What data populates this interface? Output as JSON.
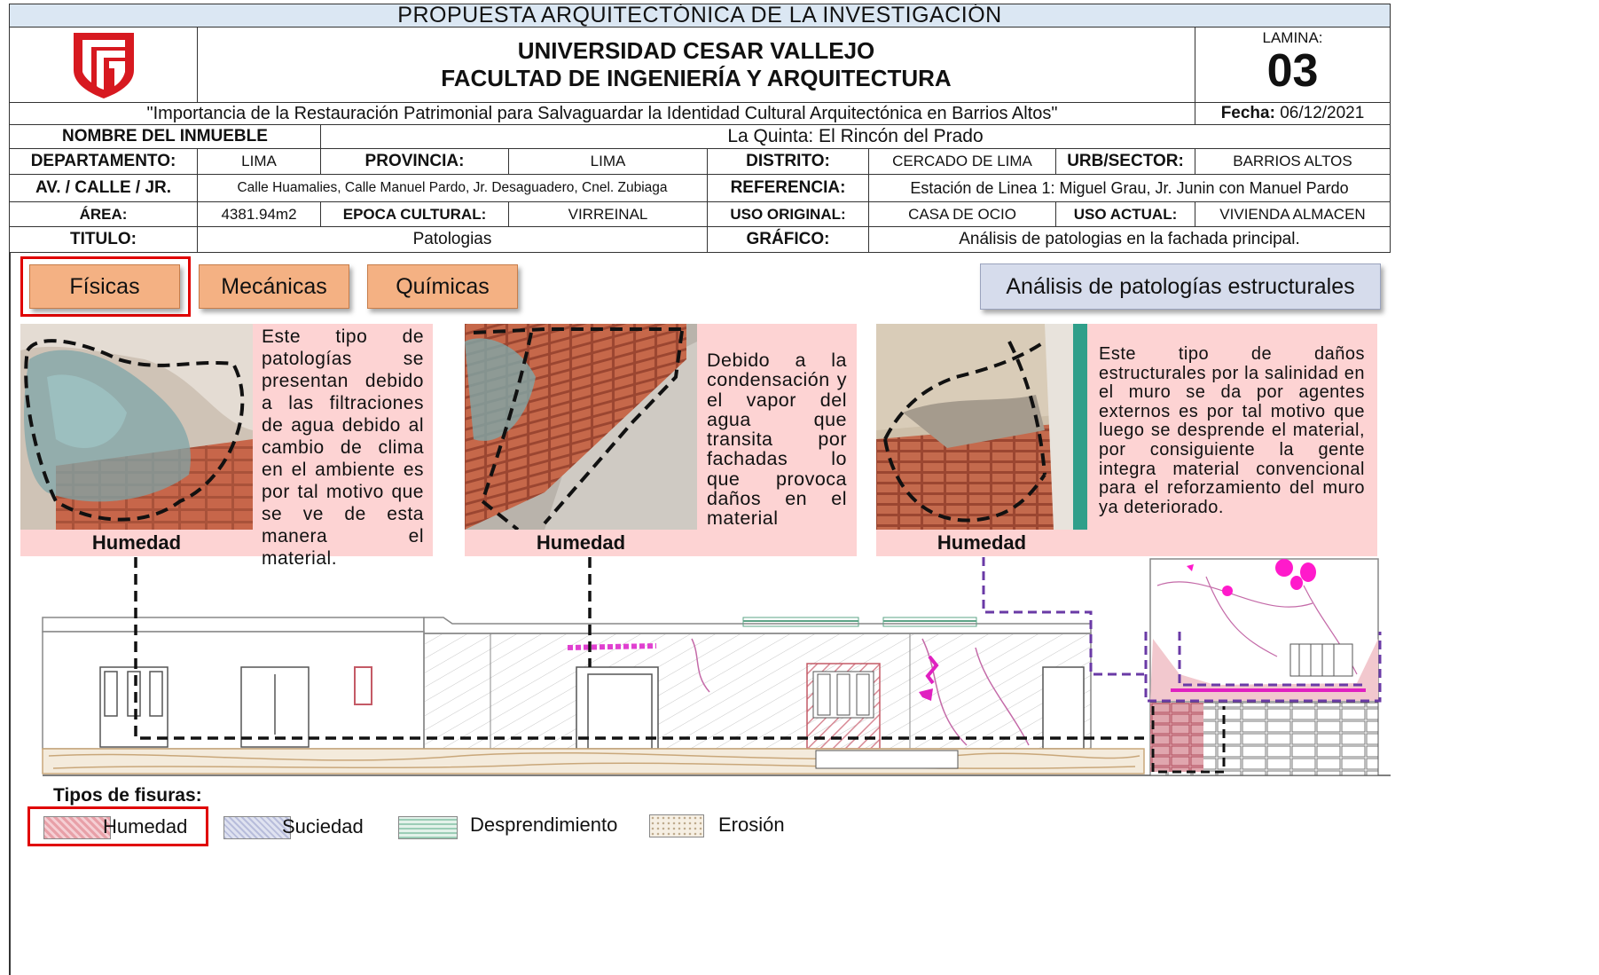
{
  "header": {
    "top_title": "PROPUESTA ARQUITECTÓNICA DE LA INVESTIGACIÓN",
    "university": "UNIVERSIDAD CESAR VALLEJO",
    "faculty": "FACULTAD DE INGENIERÍA Y ARQUITECTURA",
    "lamina_label": "LAMINA:",
    "lamina_number": "03",
    "thesis_title": "\"Importancia de la Restauración Patrimonial para Salvaguardar la Identidad Cultural Arquitectónica en Barrios Altos\"",
    "fecha_label": "Fecha:",
    "fecha_value": "06/12/2021"
  },
  "table": {
    "nombre_label": "NOMBRE DEL INMUEBLE",
    "nombre_value": "La Quinta: El Rincón del Prado",
    "departamento_label": "DEPARTAMENTO:",
    "departamento_value": "LIMA",
    "provincia_label": "PROVINCIA:",
    "provincia_value": "LIMA",
    "distrito_label": "DISTRITO:",
    "distrito_value": "CERCADO DE LIMA",
    "urb_label": "URB/SECTOR:",
    "urb_value": "BARRIOS ALTOS",
    "calle_label": "AV. / CALLE / JR.",
    "calle_value": "Calle Huamalies, Calle Manuel Pardo, Jr. Desaguadero, Cnel. Zubiaga",
    "referencia_label": "REFERENCIA:",
    "referencia_value": "Estación de Linea 1: Miguel Grau, Jr. Junin con Manuel Pardo",
    "area_label": "ÁREA:",
    "area_value": "4381.94m2",
    "epoca_label": "EPOCA CULTURAL:",
    "epoca_value": "VIRREINAL",
    "uso_original_label": "USO ORIGINAL:",
    "uso_original_value": "CASA DE OCIO",
    "uso_actual_label": "USO ACTUAL:",
    "uso_actual_value": "VIVIENDA ALMACEN",
    "titulo_label": "TITULO:",
    "titulo_value": "Patologias",
    "grafico_label": "GRÁFICO:",
    "grafico_value": "Análisis de patologias en la fachada principal."
  },
  "tabs": {
    "fisicas": "Físicas",
    "mecanicas": "Mecánicas",
    "quimicas": "Químicas",
    "analisis": "Análisis de patologías estructurales"
  },
  "cards": [
    {
      "caption": "Humedad",
      "text": "Este tipo de patologías se presentan debido a las filtraciones de agua debido al cambio de clima en el ambiente es por tal motivo que se ve de esta manera el material."
    },
    {
      "caption": "Humedad",
      "text": "Debido a la condensación y el vapor del agua que transita por fachadas lo que provoca daños en el material"
    },
    {
      "caption": "Humedad",
      "text": "Este tipo de daños estructurales por la salinidad en el muro se da por agentes externos es por tal motivo que luego se desprende el material, por consiguiente la gente integra material convencional para el reforzamiento del muro ya deteriorado."
    }
  ],
  "legend": {
    "title": "Tipos de fisuras:",
    "items": [
      {
        "label": "Humedad",
        "color": "#e8a0a8"
      },
      {
        "label": "Suciedad",
        "color": "#c7cbe3"
      },
      {
        "label": "Desprendimiento",
        "color": "#b9dccb"
      },
      {
        "label": "Erosión",
        "color": "#f1e9dc"
      }
    ]
  },
  "colors": {
    "accent_red": "#e00000",
    "button_orange": "#f4b183",
    "card_pink": "#fdd3d3",
    "header_blue": "#dbe7f3",
    "ucv_red": "#d71920"
  }
}
